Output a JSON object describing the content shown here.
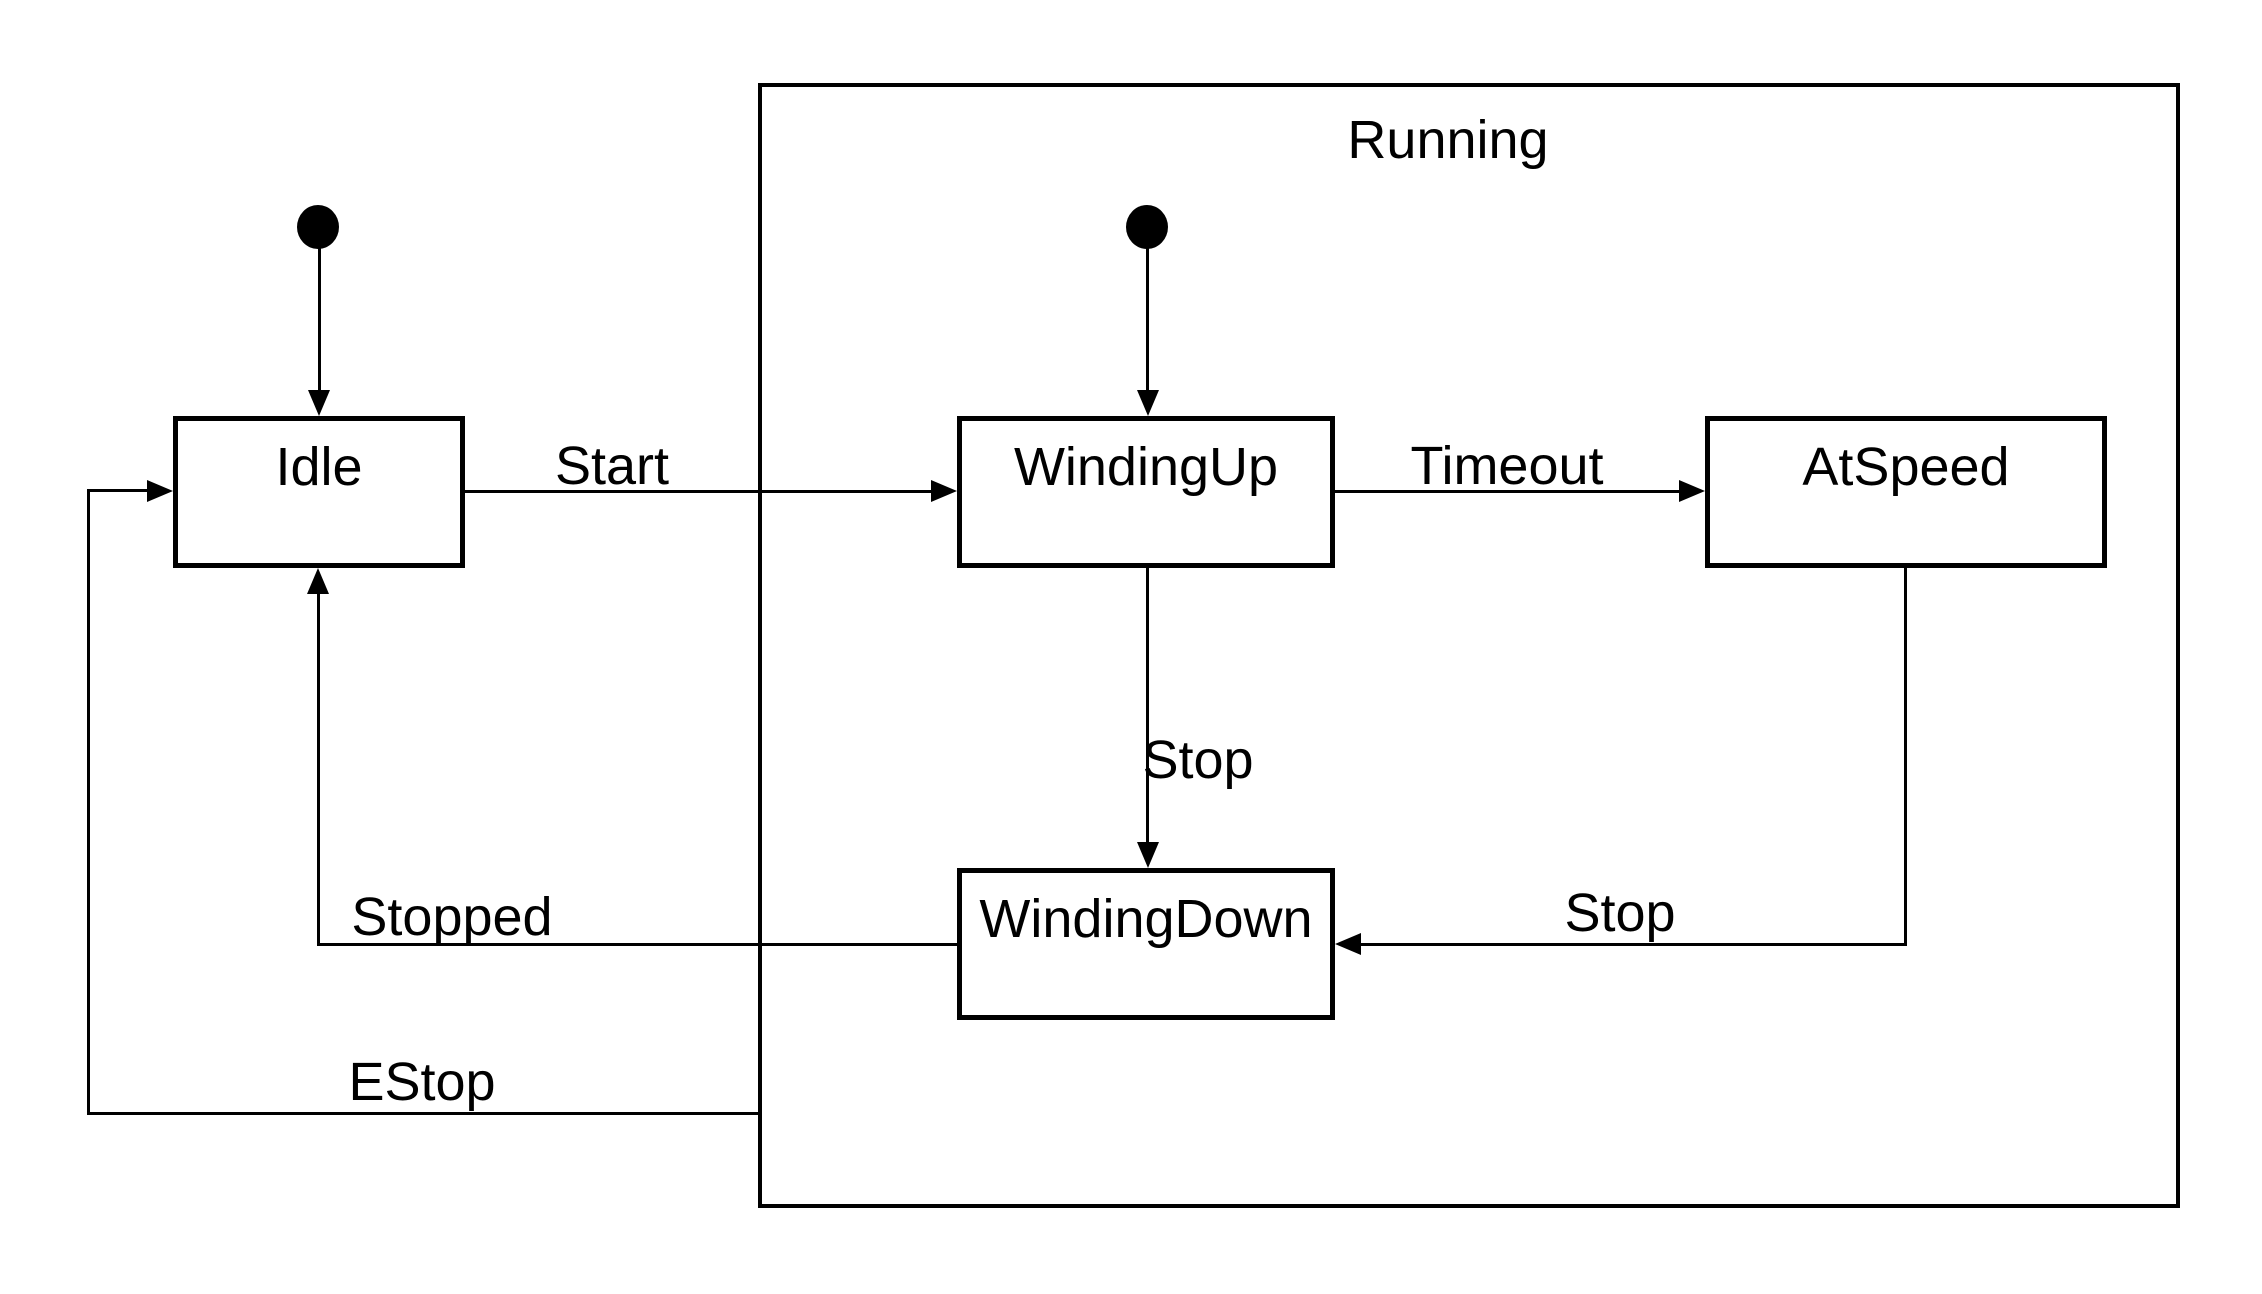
{
  "diagram": {
    "kind": "uml-state-machine",
    "composite_state": {
      "label": "Running"
    },
    "states": [
      {
        "id": "idle",
        "label": "Idle"
      },
      {
        "id": "windingup",
        "label": "WindingUp"
      },
      {
        "id": "atspeed",
        "label": "AtSpeed"
      },
      {
        "id": "windingdown",
        "label": "WindingDown"
      }
    ],
    "initial_markers": [
      {
        "id": "initial-idle",
        "target": "Idle"
      },
      {
        "id": "initial-windingup",
        "target": "WindingUp"
      }
    ],
    "transitions": [
      {
        "id": "start",
        "from": "Idle",
        "to": "WindingUp",
        "label": "Start"
      },
      {
        "id": "timeout",
        "from": "WindingUp",
        "to": "AtSpeed",
        "label": "Timeout"
      },
      {
        "id": "stop-windingup",
        "from": "WindingUp",
        "to": "WindingDown",
        "label": "Stop"
      },
      {
        "id": "stop-atspeed",
        "from": "AtSpeed",
        "to": "WindingDown",
        "label": "Stop"
      },
      {
        "id": "stopped",
        "from": "WindingDown",
        "to": "Idle",
        "label": "Stopped"
      },
      {
        "id": "estop",
        "from": "Running",
        "to": "Idle",
        "label": "EStop"
      }
    ],
    "colors": {
      "line": "#000000",
      "background": "#ffffff",
      "text": "#000000"
    }
  }
}
